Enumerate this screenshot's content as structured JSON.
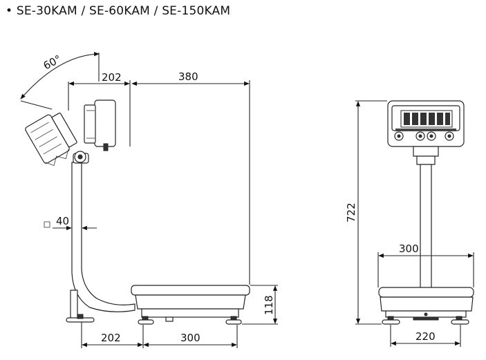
{
  "title": "• SE-30KAM / SE-60KAM / SE-150KAM",
  "dimensions": {
    "angle": "60°",
    "head_width": "202",
    "platform_depth": "380",
    "pole_size": "40",
    "base_offset": "202",
    "base_depth": "300",
    "platform_height": "118",
    "total_height": "722",
    "front_platform_width": "300",
    "front_foot_span": "220"
  }
}
